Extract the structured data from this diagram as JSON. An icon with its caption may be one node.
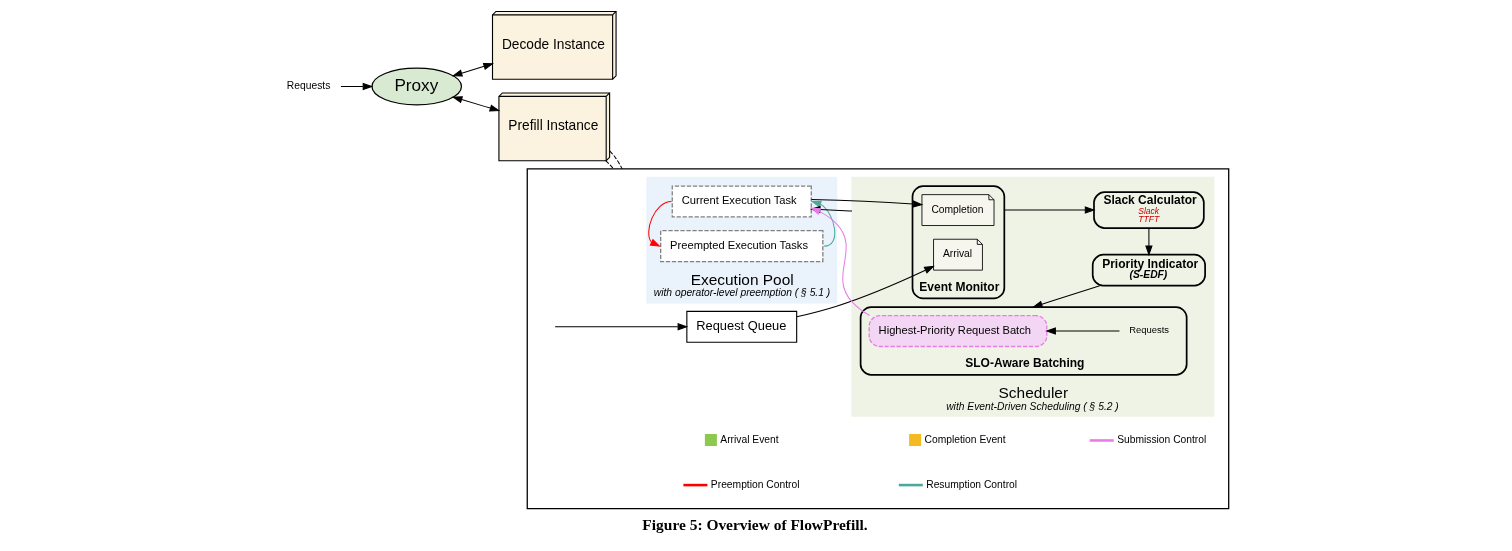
{
  "diagram": {
    "caption": "Figure 5: Overview of FlowPrefill.",
    "nodes": [
      {
        "text": [
          "Requests"
        ]
      },
      {
        "text": [
          "Proxy"
        ]
      },
      {
        "text": [
          "Decode Instance"
        ]
      },
      {
        "text": [
          "Prefill Instance"
        ]
      },
      {
        "text": [],
        "shape": "box"
      },
      {
        "text": [
          "Request Queue"
        ],
        "in": 4
      },
      {
        "text": [
          "Execution Pool",
          "with operator-level preemption ( § 5.1 )"
        ],
        "in": 4
      },
      {
        "text": [
          "Current Execution Task"
        ],
        "in": 6
      },
      {
        "text": [
          "Preempted Execution Tasks"
        ],
        "in": 6
      },
      {
        "text": [
          "Scheduler",
          "with Event-Driven Scheduling ( § 5.2 )"
        ],
        "in": 4
      },
      {
        "text": [
          "Event Monitor"
        ],
        "in": 9
      },
      {
        "text": [
          "Completion"
        ],
        "in": 10
      },
      {
        "text": [
          "Arrival"
        ],
        "in": 10
      },
      {
        "text": [
          "Slack Calculator",
          "Slack",
          "TTFT"
        ],
        "in": 9
      },
      {
        "text": [
          "Priority Indicator",
          "(S-EDF)"
        ],
        "in": 9
      },
      {
        "text": [
          "SLO-Aware Batching"
        ],
        "in": 9
      },
      {
        "text": [
          "Highest-Priority Request Batch"
        ],
        "in": 15
      },
      {
        "text": [
          "Requests"
        ],
        "in": 15
      }
    ],
    "edges": [
      {
        "from": 0,
        "to": 1,
        "arrow": "to"
      },
      {
        "from": 1,
        "to": 2,
        "arrow": "both"
      },
      {
        "from": 1,
        "to": 3,
        "arrow": "both"
      },
      {
        "from": 3,
        "to": 4,
        "arrow": "none",
        "style": "dashed"
      },
      {
        "from": 3,
        "to": 4,
        "arrow": "none",
        "style": "dashed"
      },
      {
        "from": null,
        "to": 5,
        "arrow": "to"
      },
      {
        "from": 5,
        "to": 12,
        "arrow": "to"
      },
      {
        "from": 7,
        "to": 11,
        "arrow": "to"
      },
      {
        "from": 10,
        "to": 13,
        "arrow": "to"
      },
      {
        "from": 13,
        "to": 14,
        "arrow": "to"
      },
      {
        "from": 14,
        "to": 15,
        "arrow": "to"
      },
      {
        "from": 17,
        "to": 16,
        "arrow": "to"
      },
      {
        "from": 16,
        "to": 7,
        "arrow": "to",
        "color": "#e97be9"
      },
      {
        "from": 7,
        "to": 8,
        "arrow": "to",
        "color": "#ff0000"
      },
      {
        "from": 8,
        "to": 7,
        "arrow": "to",
        "color": "#4ca89a"
      },
      {
        "from": 9,
        "to": 7,
        "arrow": "to"
      }
    ],
    "legend": [
      {
        "text": "Arrival Event",
        "color": "#8dc94e"
      },
      {
        "text": "Completion Event",
        "color": "#f5b921"
      },
      {
        "text": "Submission Control",
        "color": "#e97be9"
      },
      {
        "text": "Preemption Control",
        "color": "#ff0000"
      },
      {
        "text": "Resumption Control",
        "color": "#4ca89a"
      }
    ]
  }
}
